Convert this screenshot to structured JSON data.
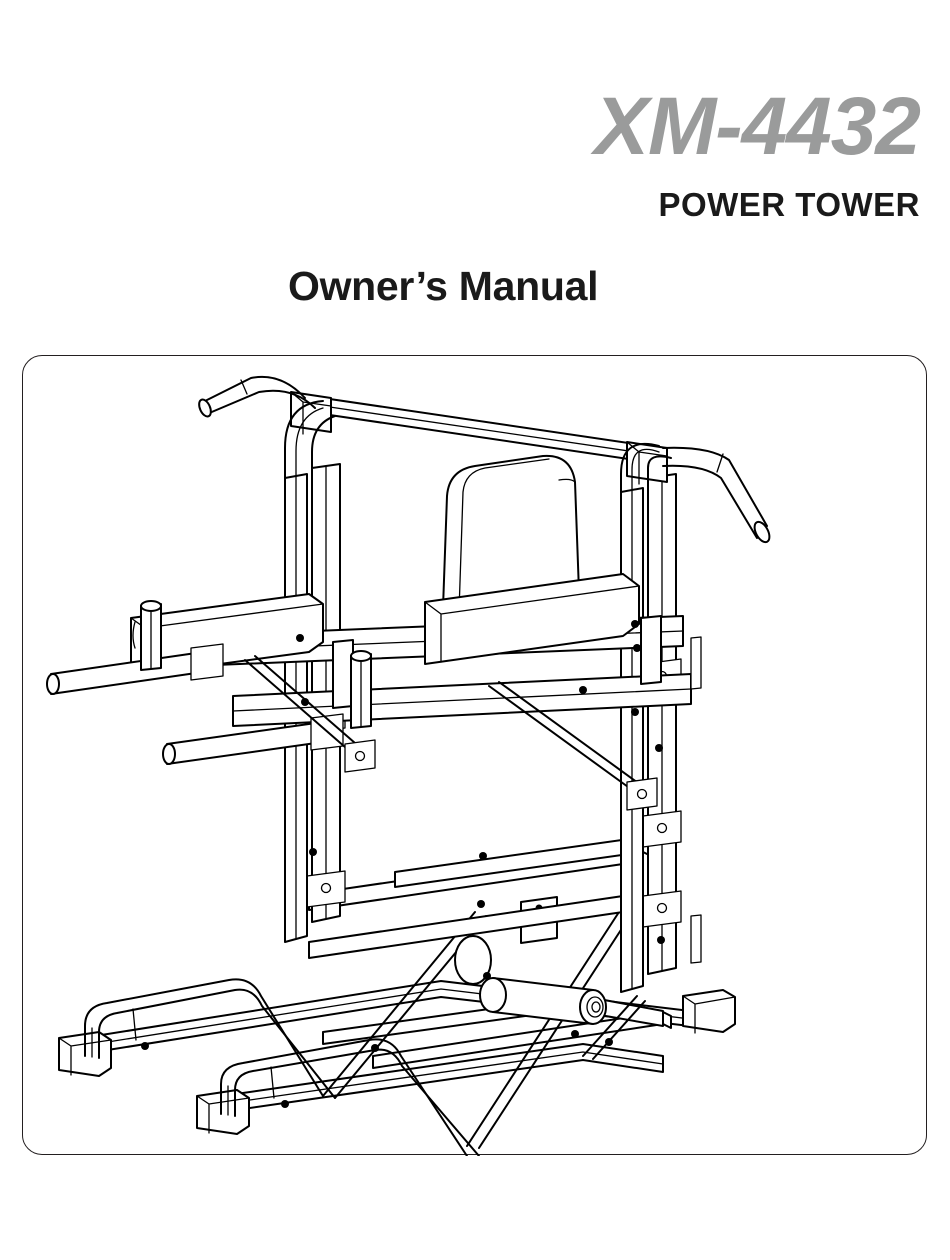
{
  "page": {
    "background_color": "#ffffff",
    "kind": "product-owners-manual-cover"
  },
  "header": {
    "model_number": "XM-4432",
    "model_number_color": "#9a9b9b",
    "product_name": "POWER TOWER",
    "product_name_color": "#1a1a1a",
    "document_title": "Owner’s Manual",
    "document_title_color": "#1a1a1a"
  },
  "illustration": {
    "frame_border_color": "#231f20",
    "frame_corner_radius": "20px",
    "subject": "power-tower-line-drawing",
    "alt_text": "Line drawing of the XM-4432 Power Tower",
    "components": [
      "pull-up-bar",
      "angled-pull-up-handle-left",
      "angled-pull-up-handle-right",
      "vertical-upright-post-left",
      "vertical-upright-post-right",
      "arm-rest-pad-left",
      "arm-rest-pad-right",
      "back-support-pad",
      "dip-handle-upper",
      "dip-handle-lower",
      "vertical-knee-raise-grip",
      "diagonal-support-brace-left",
      "diagonal-support-brace-right",
      "roller-pad",
      "push-up-station-handle-left",
      "push-up-station-handle-right",
      "base-stabilizer-rail-front",
      "base-stabilizer-rail-rear",
      "floor-end-cap-front-left",
      "floor-end-cap-front-right",
      "floor-end-cap-rear-left",
      "floor-end-cap-rear-right"
    ]
  }
}
